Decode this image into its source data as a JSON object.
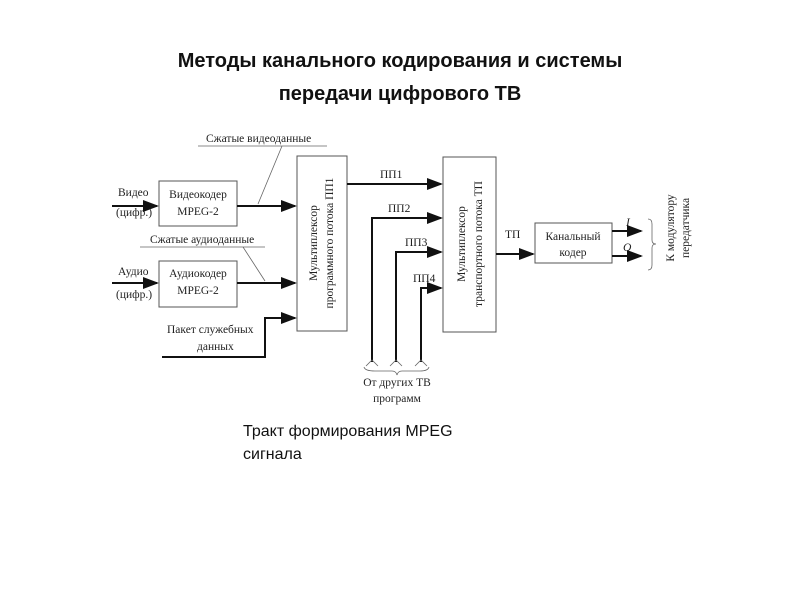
{
  "title_line1": "Методы канального кодирования и системы",
  "title_line2": "передачи  цифрового ТВ",
  "caption_line1": "Тракт формирования MPEG",
  "caption_line2": "сигнала",
  "diagram": {
    "video_in": [
      "Видео",
      "(цифр.)"
    ],
    "audio_in": [
      "Аудио",
      "(цифр.)"
    ],
    "video_coder": [
      "Видеокодер",
      "MPEG-2"
    ],
    "audio_coder": [
      "Аудиокодер",
      "MPEG-2"
    ],
    "compressed_video": "Сжатые видеоданные",
    "compressed_audio": "Сжатые аудиоданные",
    "service_packet": [
      "Пакет служебных",
      "данных"
    ],
    "program_mux": [
      "Мультиплексор",
      "программного потока ПП1"
    ],
    "transport_mux": [
      "Мультиплексор",
      "транспортного потока ТП"
    ],
    "streams": [
      "ПП1",
      "ПП2",
      "ПП3",
      "ПП4"
    ],
    "other_programs": [
      "От других ТВ",
      "программ"
    ],
    "tp_label": "ТП",
    "channel_coder": [
      "Канальный",
      "кодер"
    ],
    "i_label": "I",
    "q_label": "Q",
    "to_modulator": [
      "К модулятору",
      "передатчика"
    ]
  }
}
